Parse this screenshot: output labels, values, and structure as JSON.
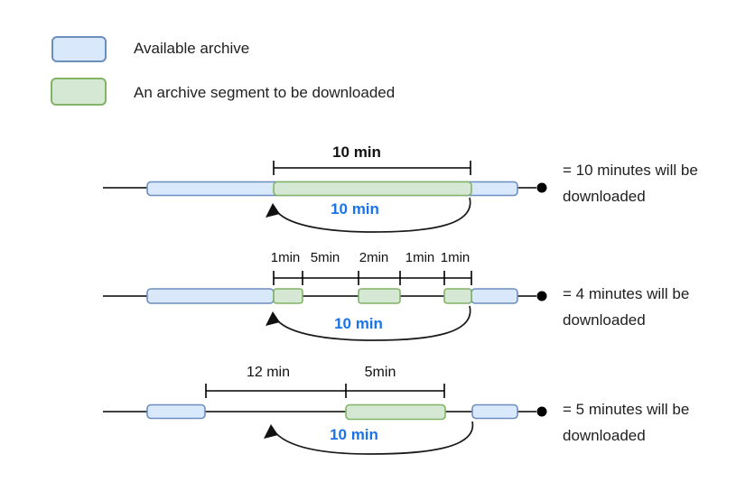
{
  "colors": {
    "archive-fill": "#dae8fc",
    "archive-stroke": "#6c8ebf",
    "segment-fill": "#d5e8d4",
    "segment-stroke": "#82b366",
    "rewind-text": "#1a73e8"
  },
  "legend": {
    "items": [
      {
        "swatch": "available-archive",
        "label": "Available archive"
      },
      {
        "swatch": "download-segment",
        "label": "An archive segment to be downloaded"
      }
    ]
  },
  "rows": [
    {
      "bracket_labels": [
        "10 min"
      ],
      "rewind_label": "10 min",
      "result": "= 10 minutes will be downloaded"
    },
    {
      "bracket_labels": [
        "1min",
        "5min",
        "2min",
        "1min",
        "1min"
      ],
      "rewind_label": "10 min",
      "result": "= 4 minutes will be downloaded"
    },
    {
      "bracket_labels": [
        "12 min",
        "5min"
      ],
      "rewind_label": "10 min",
      "result": "= 5 minutes will be downloaded"
    }
  ]
}
